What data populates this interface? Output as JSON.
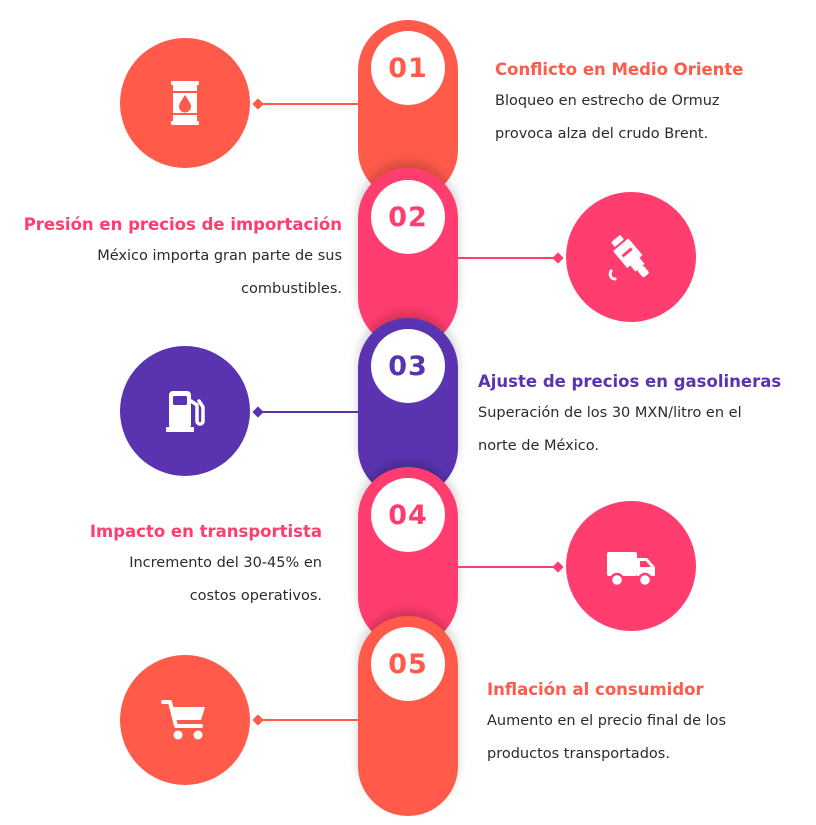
{
  "colors": {
    "step1": "#ff5a4a",
    "step2": "#ff3d6e",
    "step3": "#5a34b0",
    "step4": "#ff3d6e",
    "step5": "#ff5a4a"
  },
  "steps": [
    {
      "number": "01",
      "title": "Conflicto en Medio Oriente",
      "line1": "Bloqueo en estrecho de Ormuz",
      "line2": "provoca alza del crudo Brent.",
      "icon": "oil-barrel-icon"
    },
    {
      "number": "02",
      "title": "Presión en precios de importación",
      "line1": "México importa gran parte de sus",
      "line2": "combustibles.",
      "icon": "fuel-nozzle-icon"
    },
    {
      "number": "03",
      "title": "Ajuste de precios en gasolineras",
      "line1": "Superación de los 30 MXN/litro en el",
      "line2": "norte de México.",
      "icon": "gas-pump-icon"
    },
    {
      "number": "04",
      "title": "Impacto en transportista",
      "line1": "Incremento del 30-45% en",
      "line2": "costos operativos.",
      "icon": "truck-icon"
    },
    {
      "number": "05",
      "title": "Inflación al consumidor",
      "line1": "Aumento en el precio final de los",
      "line2": "productos transportados.",
      "icon": "shopping-cart-icon"
    }
  ]
}
